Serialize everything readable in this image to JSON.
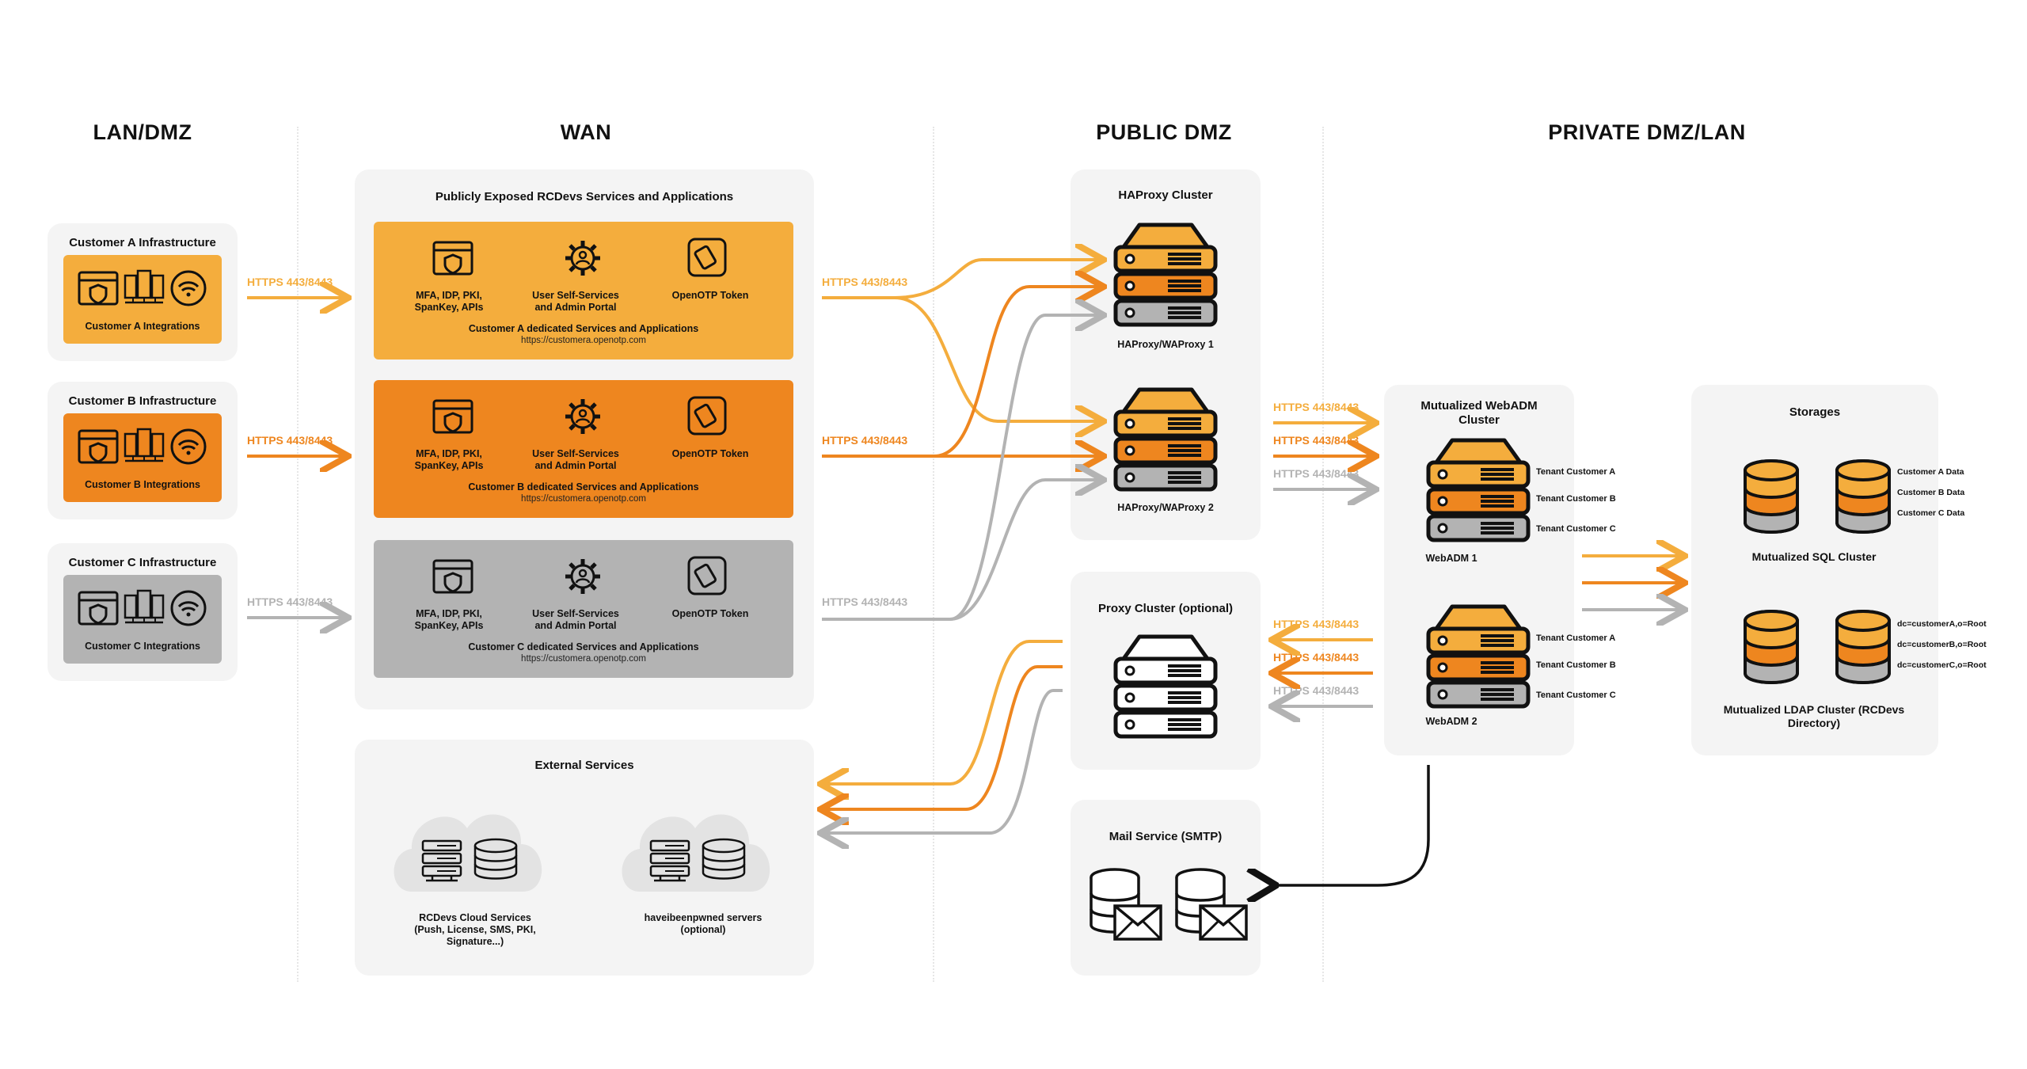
{
  "columns": {
    "lan": "LAN/DMZ",
    "wan": "WAN",
    "public": "PUBLIC DMZ",
    "private": "PRIVATE DMZ/LAN"
  },
  "customers": [
    {
      "title": "Customer A Infrastructure",
      "integrations": "Customer A Integrations",
      "https": "HTTPS 443/8443",
      "color": "#f4ad3d"
    },
    {
      "title": "Customer B Infrastructure",
      "integrations": "Customer B Integrations",
      "https": "HTTPS 443/8443",
      "color": "#ee861f"
    },
    {
      "title": "Customer C Infrastructure",
      "integrations": "Customer C Integrations",
      "https": "HTTPS 443/8443",
      "color": "#b3b3b3"
    }
  ],
  "wan_panel": {
    "title": "Publicly Exposed RCDevs Services and Applications",
    "service_mfa": "MFA, IDP, PKI, SpanKey, APIs",
    "service_portal": "User Self-Services and Admin Portal",
    "service_token": "OpenOTP Token",
    "groups": [
      {
        "caption": "Customer A dedicated Services and Applications",
        "url": "https://customera.openotp.com"
      },
      {
        "caption": "Customer B dedicated Services and Applications",
        "url": "https://customera.openotp.com"
      },
      {
        "caption": "Customer C dedicated Services and Applications",
        "url": "https://customera.openotp.com"
      }
    ],
    "out_https": [
      "HTTPS 443/8443",
      "HTTPS 443/8443",
      "HTTPS 443/8443"
    ]
  },
  "external": {
    "title": "External Services",
    "rcdevs": "RCDevs Cloud Services (Push, License, SMS, PKI, Signature...)",
    "hibp": "haveibeenpwned servers (optional)"
  },
  "haproxy": {
    "title": "HAProxy Cluster",
    "node1": "HAProxy/WAProxy 1",
    "node2": "HAProxy/WAProxy 2"
  },
  "proxy": {
    "title": "Proxy Cluster (optional)"
  },
  "mail": {
    "title": "Mail Service (SMTP)"
  },
  "links_to_webadm": [
    "HTTPS 443/8443",
    "HTTPS 443/8443",
    "HTTPS 443/8443"
  ],
  "links_from_webadm": [
    "HTTPS 443/8443",
    "HTTPS 443/8443",
    "HTTPS 443/8443"
  ],
  "webadm": {
    "title": "Mutualized WebADM Cluster",
    "node1": "WebADM 1",
    "node2": "WebADM 2",
    "tenants": [
      "Tenant Customer A",
      "Tenant Customer B",
      "Tenant Customer C"
    ]
  },
  "storages": {
    "title": "Storages",
    "sql": "Mutualized SQL Cluster",
    "ldap": "Mutualized LDAP Cluster (RCDevs Directory)",
    "sql_labels": [
      "Customer A Data",
      "Customer B Data",
      "Customer C Data"
    ],
    "ldap_labels": [
      "dc=customerA,o=Root",
      "dc=customerB,o=Root",
      "dc=customerC,o=Root"
    ]
  },
  "colors": {
    "yellow": "#f4ad3d",
    "orange": "#ee861f",
    "gray": "#b3b3b3",
    "panel": "#f4f4f4"
  }
}
